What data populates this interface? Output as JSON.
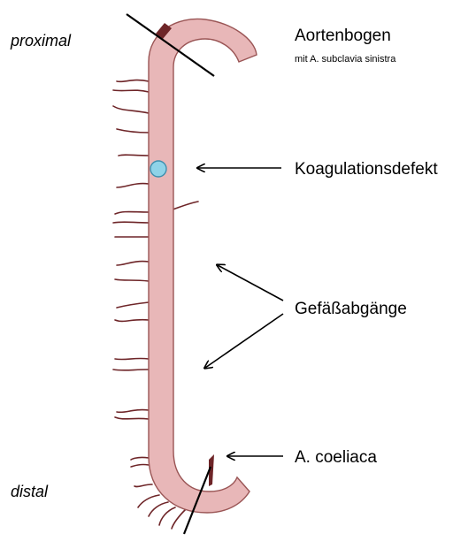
{
  "labels": {
    "proximal": "proximal",
    "distal": "distal",
    "aortic_arch_title": "Aortenbogen",
    "aortic_arch_subtitle": "mit A. subclavia sinistra",
    "coagulation_defect": "Koagulationsdefekt",
    "vessel_branches": "Gefäßabgänge",
    "celiac_artery": "A. coeliaca"
  },
  "colors": {
    "aorta_fill": "#e8b7b8",
    "aorta_outline": "#9a5555",
    "branch": "#6e2528",
    "defect_fill": "#8fd3e8",
    "defect_outline": "#3f8fae",
    "cut_line": "#000000",
    "arrow": "#000000"
  }
}
